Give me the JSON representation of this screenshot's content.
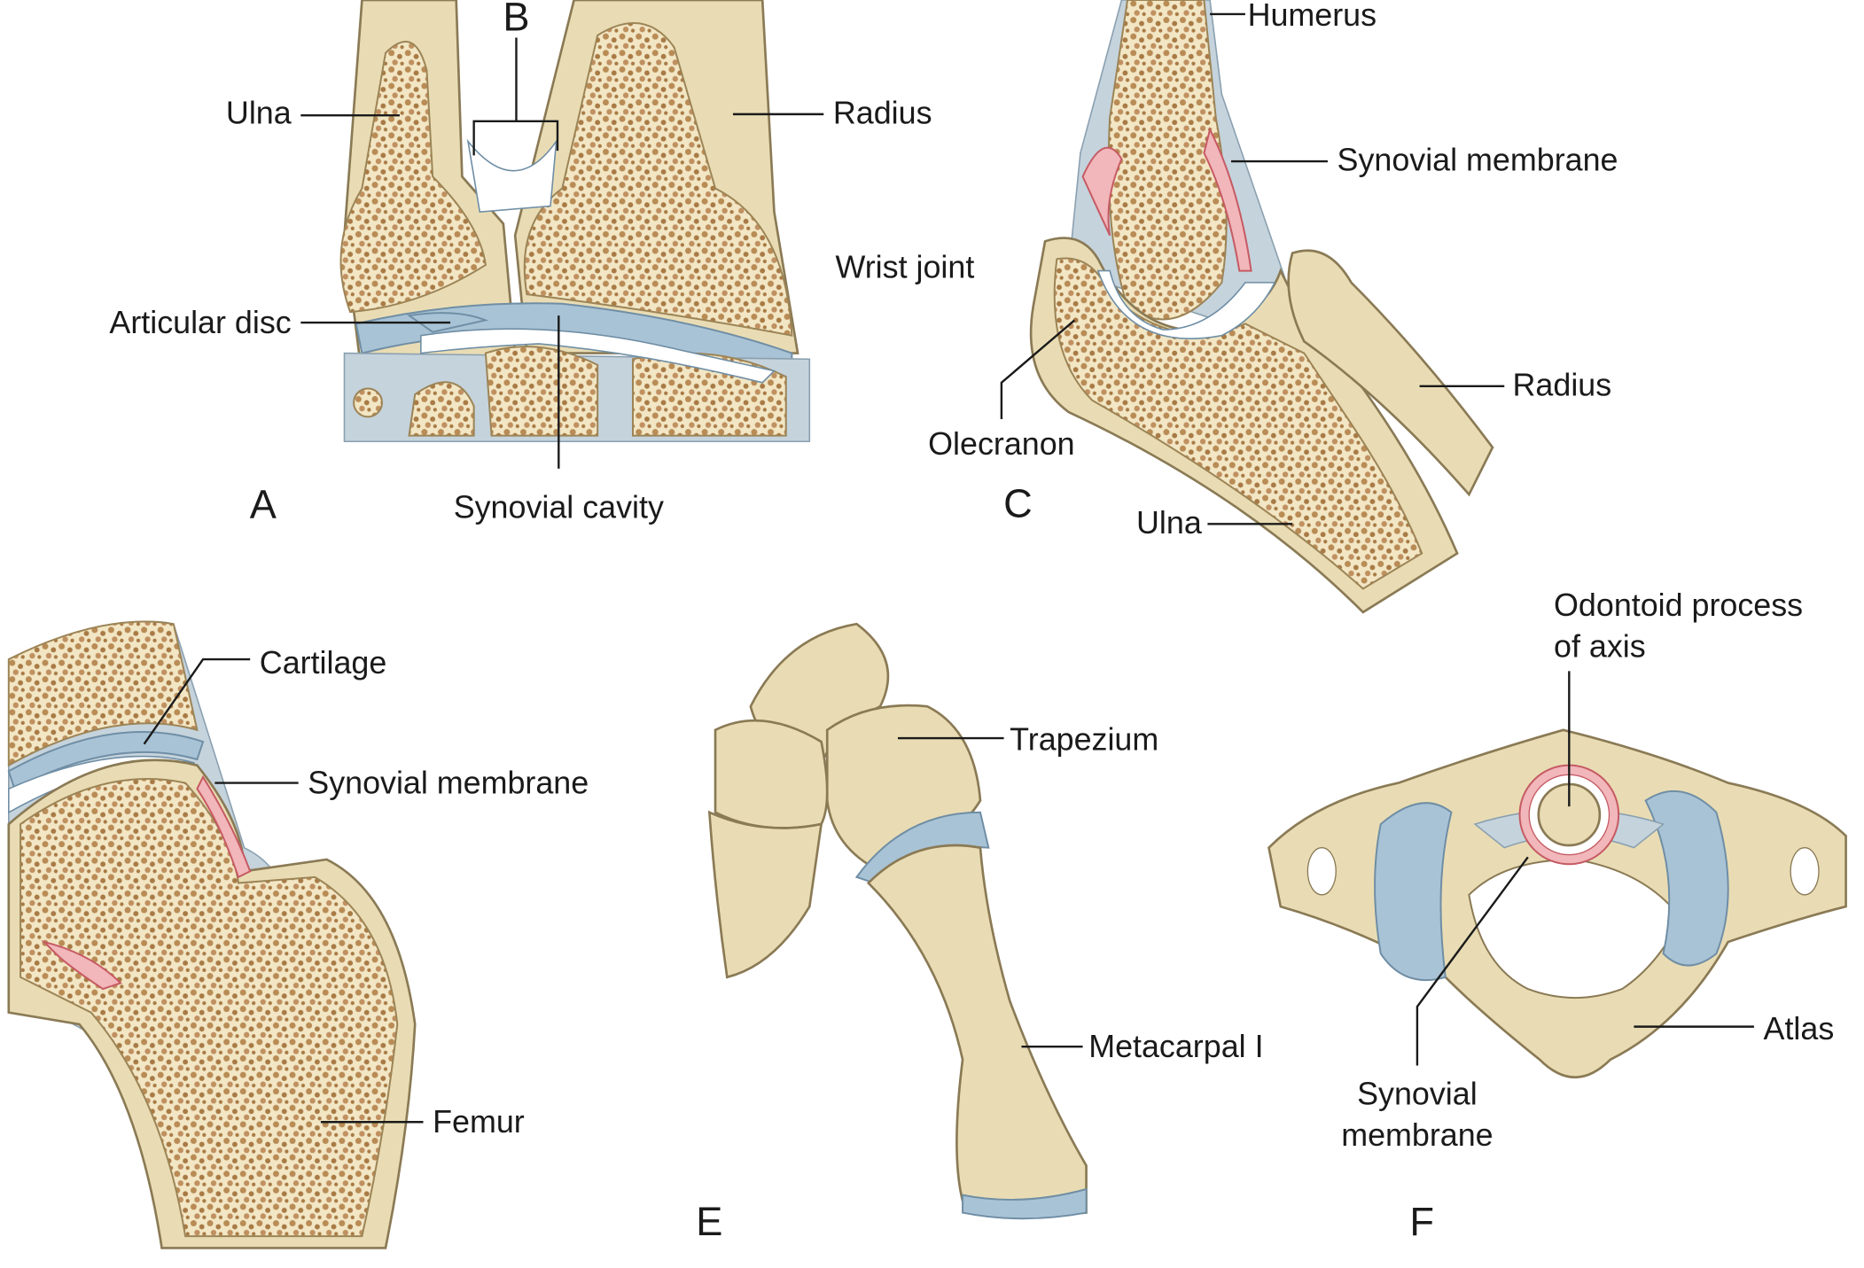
{
  "panels": {
    "A": {
      "letter": "A",
      "labels": {
        "b": "B",
        "ulna": "Ulna",
        "radius": "Radius",
        "wrist_joint": "Wrist joint",
        "articular_disc": "Articular disc",
        "synovial_cavity": "Synovial cavity"
      }
    },
    "C": {
      "letter": "C",
      "labels": {
        "humerus": "Humerus",
        "synovial_membrane": "Synovial membrane",
        "radius": "Radius",
        "olecranon": "Olecranon",
        "ulna": "Ulna"
      }
    },
    "D": {
      "labels": {
        "cartilage": "Cartilage",
        "synovial_membrane": "Synovial membrane",
        "femur": "Femur"
      }
    },
    "E": {
      "letter": "E",
      "labels": {
        "trapezium": "Trapezium",
        "metacarpal": "Metacarpal I"
      }
    },
    "F": {
      "letter": "F",
      "labels": {
        "odontoid_line1": "Odontoid process",
        "odontoid_line2": "of axis",
        "synovial_line1": "Synovial",
        "synovial_line2": "membrane",
        "atlas": "Atlas"
      }
    }
  },
  "colors": {
    "bone": "#e9dcb4",
    "spongy": "#c9a472",
    "cartilage": "#a9c3d6",
    "synovial": "#f1b7bb"
  }
}
